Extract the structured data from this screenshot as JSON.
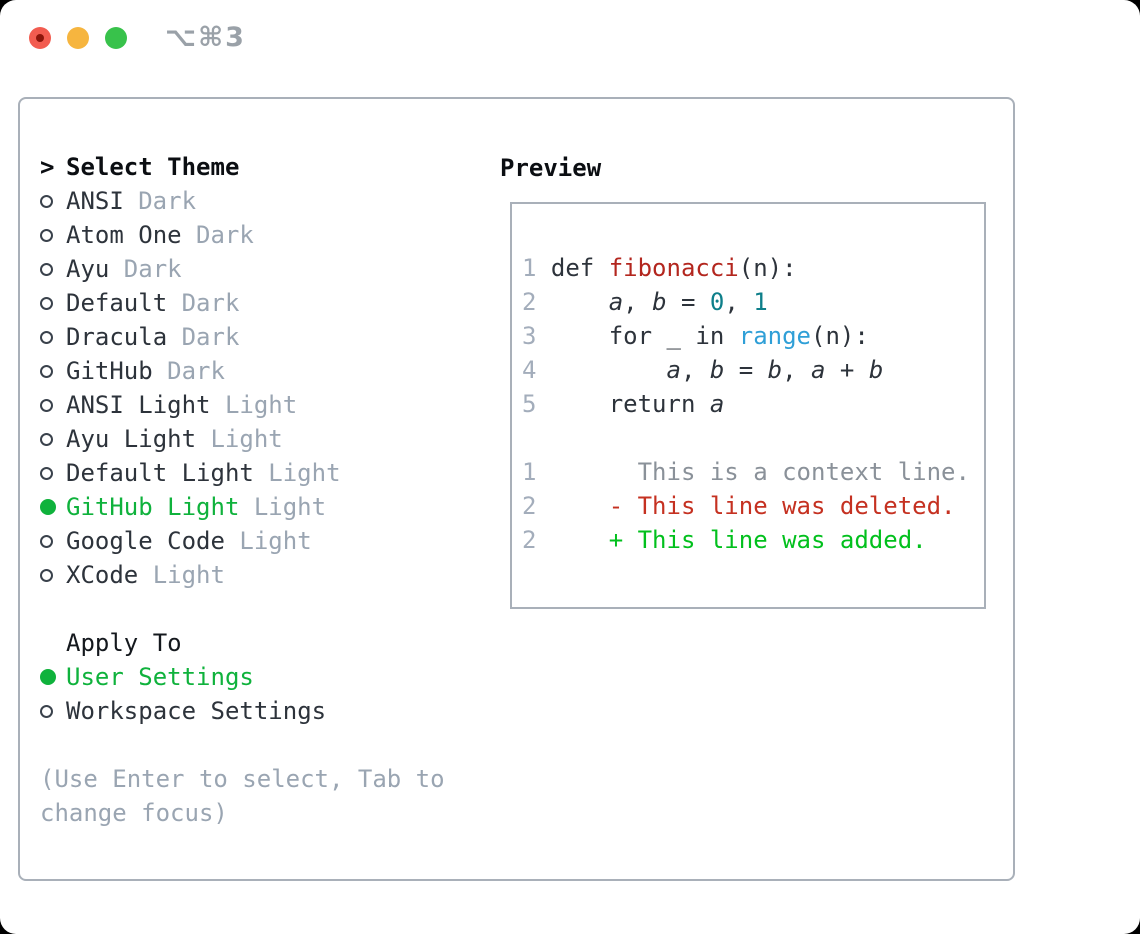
{
  "window": {
    "shortcut": "⌥⌘3"
  },
  "theme_picker": {
    "prompt": ">",
    "header": "Select Theme",
    "items": [
      {
        "name": "ANSI",
        "variant": "Dark",
        "selected": false
      },
      {
        "name": "Atom One",
        "variant": "Dark",
        "selected": false
      },
      {
        "name": "Ayu",
        "variant": "Dark",
        "selected": false
      },
      {
        "name": "Default",
        "variant": "Dark",
        "selected": false
      },
      {
        "name": "Dracula",
        "variant": "Dark",
        "selected": false
      },
      {
        "name": "GitHub",
        "variant": "Dark",
        "selected": false
      },
      {
        "name": "ANSI Light",
        "variant": "Light",
        "selected": false
      },
      {
        "name": "Ayu Light",
        "variant": "Light",
        "selected": false
      },
      {
        "name": "Default Light",
        "variant": "Light",
        "selected": false
      },
      {
        "name": "GitHub Light",
        "variant": "Light",
        "selected": true
      },
      {
        "name": "Google Code",
        "variant": "Light",
        "selected": false
      },
      {
        "name": "XCode",
        "variant": "Light",
        "selected": false
      }
    ],
    "apply_to": {
      "header": "Apply To",
      "options": [
        {
          "label": "User Settings",
          "selected": true
        },
        {
          "label": "Workspace Settings",
          "selected": false
        }
      ]
    },
    "hint_lines": [
      "(Use Enter to select, Tab to",
      "change focus)"
    ]
  },
  "preview": {
    "header": "Preview",
    "lines": [
      [
        [
          "1",
          "n"
        ],
        [
          " def ",
          "p"
        ],
        [
          "fibonacci",
          "f"
        ],
        [
          "(n):",
          "p"
        ]
      ],
      [
        [
          "2",
          "n"
        ],
        [
          "     ",
          "p"
        ],
        [
          "a",
          "v"
        ],
        [
          ", ",
          "p"
        ],
        [
          "b",
          "v"
        ],
        [
          " = ",
          "p"
        ],
        [
          "0",
          "c"
        ],
        [
          ", ",
          "p"
        ],
        [
          "1",
          "c"
        ]
      ],
      [
        [
          "3",
          "n"
        ],
        [
          "     for _ in ",
          "p"
        ],
        [
          "range",
          "r"
        ],
        [
          "(n):",
          "p"
        ]
      ],
      [
        [
          "4",
          "n"
        ],
        [
          "         ",
          "p"
        ],
        [
          "a",
          "v"
        ],
        [
          ", ",
          "p"
        ],
        [
          "b",
          "v"
        ],
        [
          " = ",
          "p"
        ],
        [
          "b",
          "v"
        ],
        [
          ", ",
          "p"
        ],
        [
          "a",
          "v"
        ],
        [
          " + ",
          "p"
        ],
        [
          "b",
          "v"
        ]
      ],
      [
        [
          "5",
          "n"
        ],
        [
          "     return ",
          "p"
        ],
        [
          "a",
          "v"
        ]
      ],
      [],
      [
        [
          "1",
          "n"
        ],
        [
          "       ",
          "p"
        ],
        [
          "This is a context line.",
          "x"
        ]
      ],
      [
        [
          "2",
          "n"
        ],
        [
          "     ",
          "p"
        ],
        [
          "- This line was deleted.",
          "d"
        ]
      ],
      [
        [
          "2",
          "n"
        ],
        [
          "     ",
          "p"
        ],
        [
          "+ This line was added.",
          "a"
        ]
      ]
    ]
  },
  "colors": {
    "selection_green": "#0fb23c",
    "added_green": "#02c01d",
    "deleted_red": "#c53121",
    "function_red": "#b3261e",
    "constant_teal": "#0e7f8a",
    "call_blue": "#2f9fd7",
    "muted_gray": "#9aa5b2",
    "code_text": "#2d333b",
    "line_number_gray": "#a3adbb",
    "context_gray": "#8a9199",
    "border_gray": "#a9b0b9",
    "traffic_red": "#f25c50",
    "traffic_red_dot": "#8c150b",
    "traffic_yellow": "#f6b53f",
    "traffic_green": "#38c24b"
  }
}
